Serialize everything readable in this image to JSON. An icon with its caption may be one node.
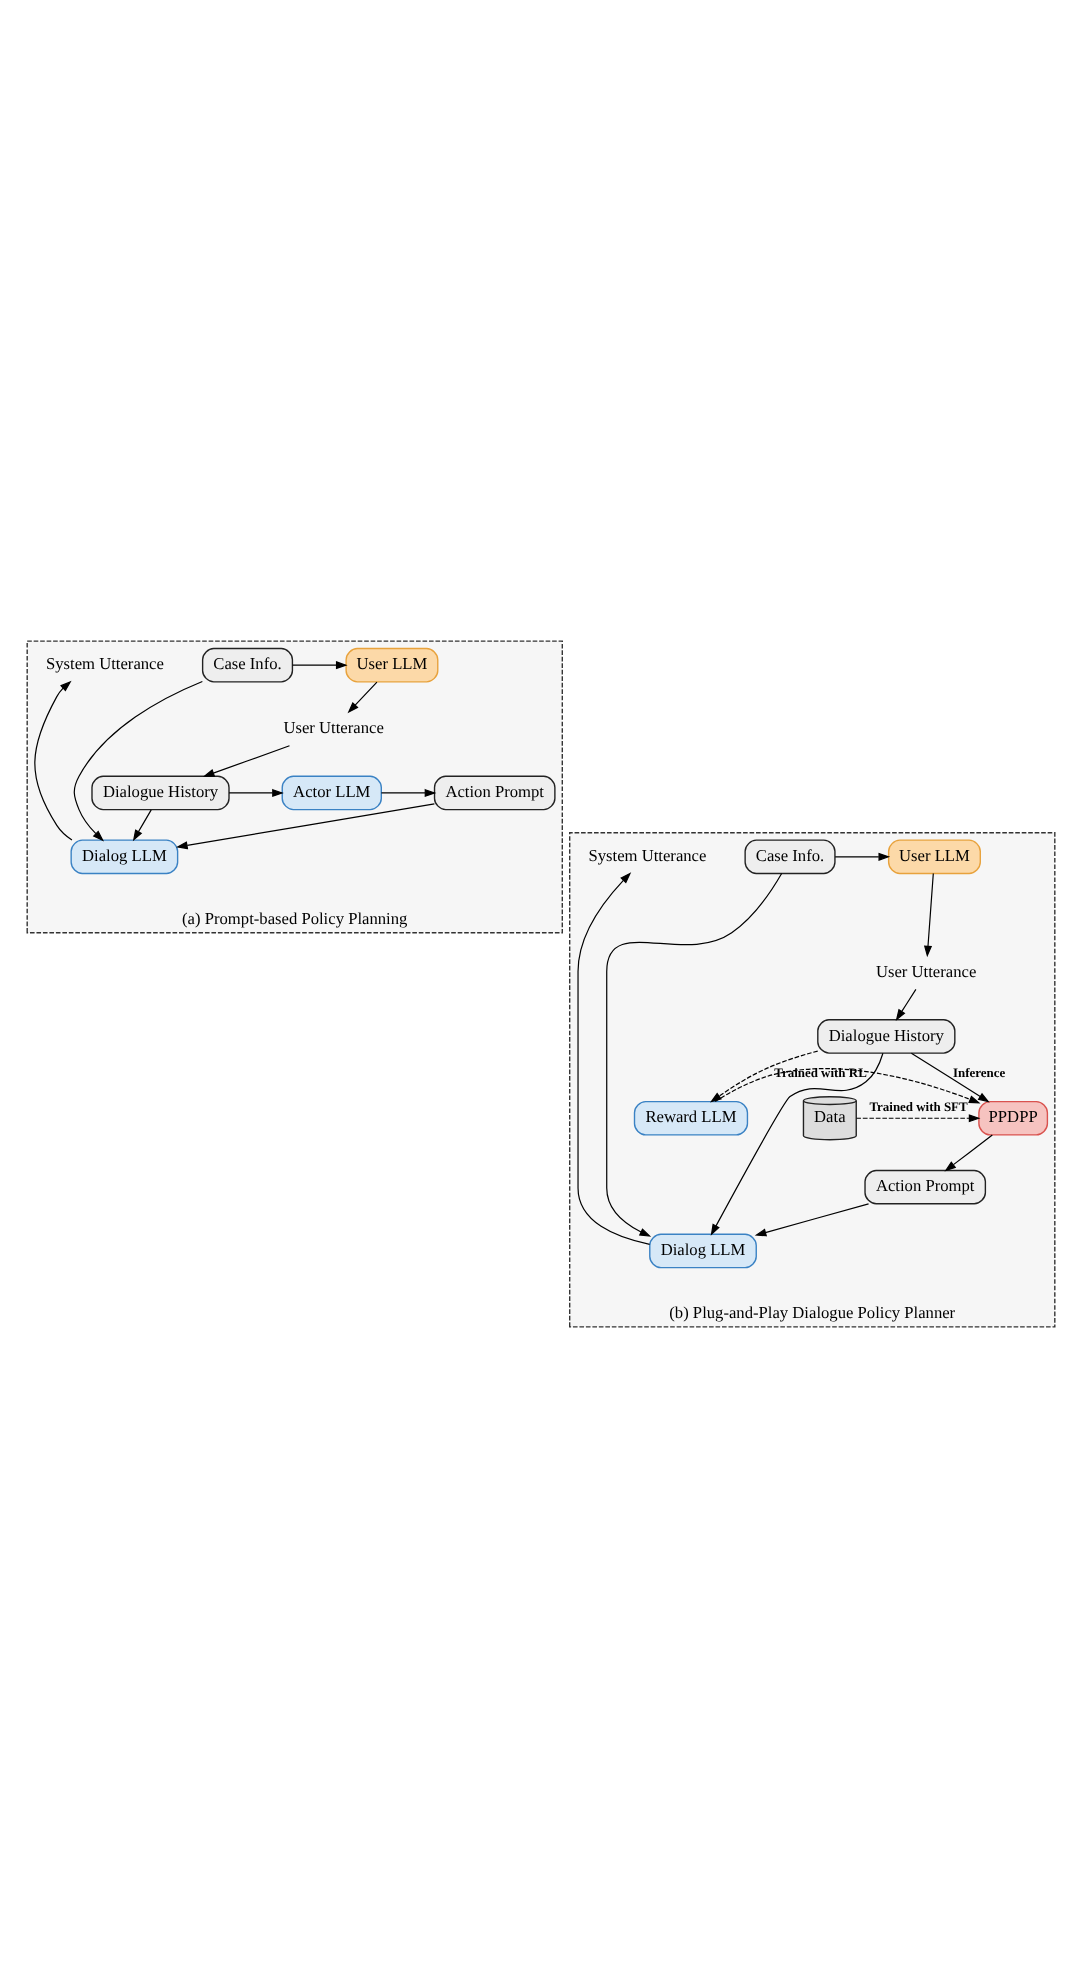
{
  "diagram": {
    "nodes": [
      {
        "text": [
          "(a) Prompt-based Policy Planning"
        ]
      },
      {
        "text": [
          "Case Info."
        ],
        "in": 0
      },
      {
        "text": [
          "System Utterance"
        ],
        "in": 0
      },
      {
        "text": [
          "User LLM"
        ],
        "in": 0
      },
      {
        "text": [
          "User Utterance"
        ],
        "in": 0
      },
      {
        "text": [
          "Dialog LLM"
        ],
        "in": 0
      },
      {
        "text": [
          "Action Prompt"
        ],
        "in": 0
      },
      {
        "text": [
          "Actor LLM"
        ],
        "in": 0
      },
      {
        "text": [
          "Dialogue History"
        ],
        "in": 0
      },
      {
        "text": [
          "(b) Plug-and-Play Dialogue Policy Planner"
        ]
      },
      {
        "text": [
          "Case Info."
        ],
        "in": 9
      },
      {
        "text": [
          "System Utterance"
        ],
        "in": 9
      },
      {
        "text": [
          "User LLM"
        ],
        "in": 9
      },
      {
        "text": [
          "User Utterance"
        ],
        "in": 9
      },
      {
        "text": [
          "Dialog LLM"
        ],
        "in": 9
      },
      {
        "text": [
          "Action Prompt"
        ],
        "in": 9
      },
      {
        "text": [
          "Dialogue History"
        ],
        "in": 9
      },
      {
        "text": [
          "Data"
        ],
        "in": 9
      },
      {
        "text": [
          "PPDPP"
        ],
        "in": 9
      },
      {
        "text": [
          "Reward LLM"
        ],
        "in": 9
      }
    ],
    "edges": [
      {
        "from": 1,
        "to": 3,
        "arrow": "to"
      },
      {
        "from": 1,
        "to": 5,
        "arrow": "to"
      },
      {
        "from": 5,
        "to": 2,
        "arrow": "to"
      },
      {
        "from": 3,
        "to": 4,
        "arrow": "to"
      },
      {
        "from": 4,
        "to": 8,
        "arrow": "to"
      },
      {
        "from": 8,
        "to": 5,
        "arrow": "to"
      },
      {
        "from": 8,
        "to": 7,
        "arrow": "to"
      },
      {
        "from": 7,
        "to": 6,
        "arrow": "to"
      },
      {
        "from": 6,
        "to": 5,
        "arrow": "to"
      },
      {
        "from": 10,
        "to": 12,
        "arrow": "to"
      },
      {
        "from": 10,
        "to": 14,
        "arrow": "to"
      },
      {
        "from": 14,
        "to": 11,
        "arrow": "to"
      },
      {
        "from": 12,
        "to": 13,
        "arrow": "to"
      },
      {
        "from": 13,
        "to": 16,
        "arrow": "to"
      },
      {
        "from": 16,
        "to": 14,
        "arrow": "to"
      },
      {
        "from": 15,
        "to": 14,
        "arrow": "to"
      },
      {
        "from": 18,
        "to": 15,
        "arrow": "to"
      },
      {
        "from": 16,
        "to": 18,
        "arrow": "to",
        "label": "Inference"
      },
      {
        "from": 16,
        "to": 19,
        "arrow": "to",
        "style": "dashed"
      },
      {
        "from": 17,
        "to": 18,
        "arrow": "to",
        "style": "dashed",
        "label": "Trained with SFT"
      },
      {
        "from": 19,
        "to": 18,
        "arrow": "to",
        "style": "dashed",
        "label": "Trained with RL"
      }
    ]
  }
}
